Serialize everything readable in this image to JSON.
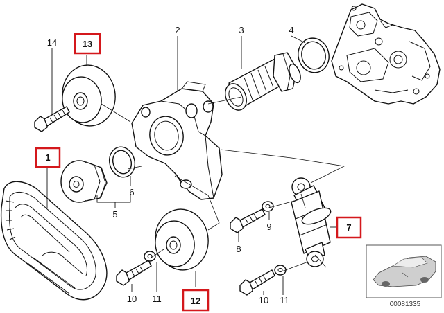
{
  "diagram": {
    "labels": [
      {
        "id": "14",
        "text": "14",
        "highlight": false
      },
      {
        "id": "13",
        "text": "13",
        "highlight": true
      },
      {
        "id": "2",
        "text": "2",
        "highlight": false
      },
      {
        "id": "3",
        "text": "3",
        "highlight": false
      },
      {
        "id": "4",
        "text": "4",
        "highlight": false
      },
      {
        "id": "1",
        "text": "1",
        "highlight": true
      },
      {
        "id": "6",
        "text": "6",
        "highlight": false
      },
      {
        "id": "5",
        "text": "5",
        "highlight": false
      },
      {
        "id": "8",
        "text": "8",
        "highlight": false
      },
      {
        "id": "9",
        "text": "9",
        "highlight": false
      },
      {
        "id": "7",
        "text": "7",
        "highlight": true
      },
      {
        "id": "10a",
        "text": "10",
        "highlight": false
      },
      {
        "id": "11a",
        "text": "11",
        "highlight": false
      },
      {
        "id": "12",
        "text": "12",
        "highlight": true
      },
      {
        "id": "10b",
        "text": "10",
        "highlight": false
      },
      {
        "id": "11b",
        "text": "11",
        "highlight": false
      }
    ],
    "reference_number": "00081335",
    "highlight_color": "#d4181c"
  }
}
